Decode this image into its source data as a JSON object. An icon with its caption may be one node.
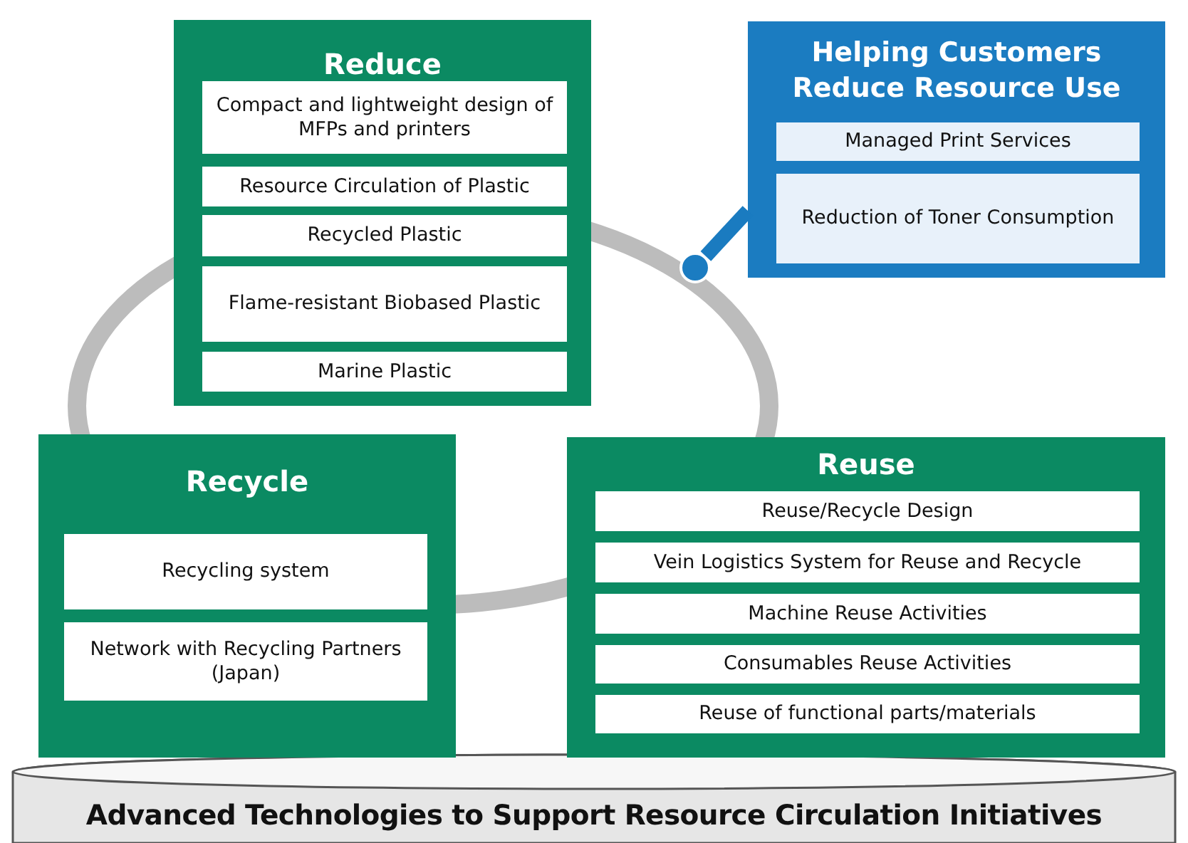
{
  "diagram": {
    "nodes": [
      {
        "text": [
          "Reduce"
        ]
      },
      {
        "text": [
          "Compact and lightweight design of MFPs and printers"
        ],
        "in": 0
      },
      {
        "text": [
          "Resource Circulation of Plastic"
        ],
        "in": 0
      },
      {
        "text": [
          "Recycled Plastic"
        ],
        "in": 0
      },
      {
        "text": [
          "Flame-resistant Biobased Plastic"
        ],
        "in": 0
      },
      {
        "text": [
          "Marine Plastic"
        ],
        "in": 0
      },
      {
        "text": [
          "Helping Customers Reduce Resource Use"
        ]
      },
      {
        "text": [
          "Managed Print Services"
        ],
        "in": 6
      },
      {
        "text": [
          "Reduction of Toner Consumption"
        ],
        "in": 6
      },
      {
        "text": [
          "Recycle"
        ]
      },
      {
        "text": [
          "Recycling system"
        ],
        "in": 9
      },
      {
        "text": [
          "Network with Recycling Partners (Japan)"
        ],
        "in": 9
      },
      {
        "text": [
          "Reuse"
        ]
      },
      {
        "text": [
          "Reuse/Recycle Design"
        ],
        "in": 12
      },
      {
        "text": [
          "Vein Logistics System for Reuse and Recycle"
        ],
        "in": 12
      },
      {
        "text": [
          "Machine Reuse Activities"
        ],
        "in": 12
      },
      {
        "text": [
          "Consumables Reuse Activities"
        ],
        "in": 12
      },
      {
        "text": [
          "Reuse of functional parts/materials"
        ],
        "in": 12
      },
      {
        "text": [
          "Advanced Technologies to Support Resource Circulation Initiatives"
        ]
      },
      {
        "text": [],
        "shape": "circle"
      }
    ],
    "edges": [
      {
        "from": 19,
        "to": 6,
        "arrow": "none",
        "color": "#1a7bc0"
      }
    ]
  }
}
